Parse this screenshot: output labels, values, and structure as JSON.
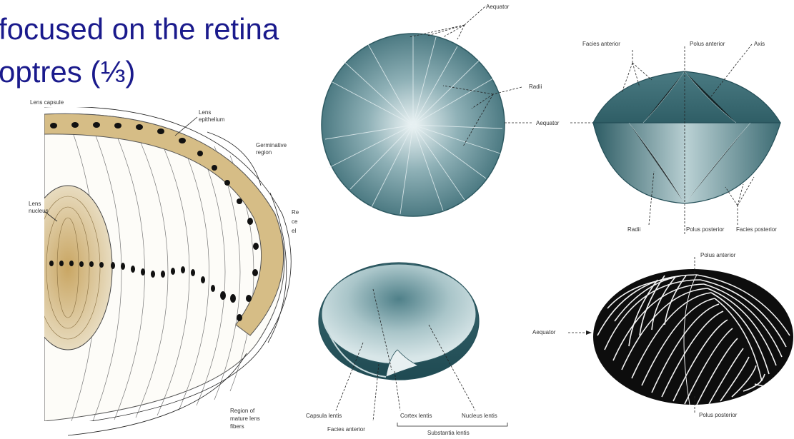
{
  "slide": {
    "title_line1": "focused on the retina",
    "title_line2": "optres (⅓)"
  },
  "lens_section": {
    "labels": {
      "lens_capsule": "Lens capsule",
      "lens_epithelium_1": "Lens",
      "lens_epithelium_2": "epithelium",
      "germinative_1": "Germinative",
      "germinative_2": "region",
      "lens_nucleus_1": "Lens",
      "lens_nucleus_2": "nucleus",
      "cut_1": "Re",
      "cut_2": "ce",
      "cut_3": "el",
      "mature_1": "Region of",
      "mature_2": "mature lens",
      "mature_3": "fibers"
    },
    "colors": {
      "nucleus": "#c8a86a",
      "epithelium": "#d6bd86",
      "cell_nucleus": "#111111"
    }
  },
  "lens_anterior_view": {
    "labels": {
      "aequator_top": "Aequator",
      "radii": "Radii",
      "aequator_right": "Aequator"
    }
  },
  "lens_side_view": {
    "labels": {
      "facies_anterior": "Facies anterior",
      "polus_anterior": "Polus anterior",
      "axis": "Axis",
      "aequator": "Aequator",
      "radii": "Radii",
      "polus_posterior": "Polus posterior",
      "facies_posterior": "Facies posterior"
    }
  },
  "lens_cut_view": {
    "labels": {
      "capsula_lentis": "Capsula lentis",
      "cortex_lentis": "Cortex lentis",
      "nucleus_lentis": "Nucleus lentis",
      "facies_anterior": "Facies anterior",
      "substantia_lentis": "Substantia lentis"
    }
  },
  "lens_fiber_view": {
    "labels": {
      "polus_anterior": "Polus anterior",
      "aequator": "Aequator",
      "polus_posterior": "Polus posterior"
    }
  },
  "colors": {
    "title": "#1a1a8c",
    "lens_teal": "#5f8f98",
    "lens_dark": "#244f58"
  }
}
